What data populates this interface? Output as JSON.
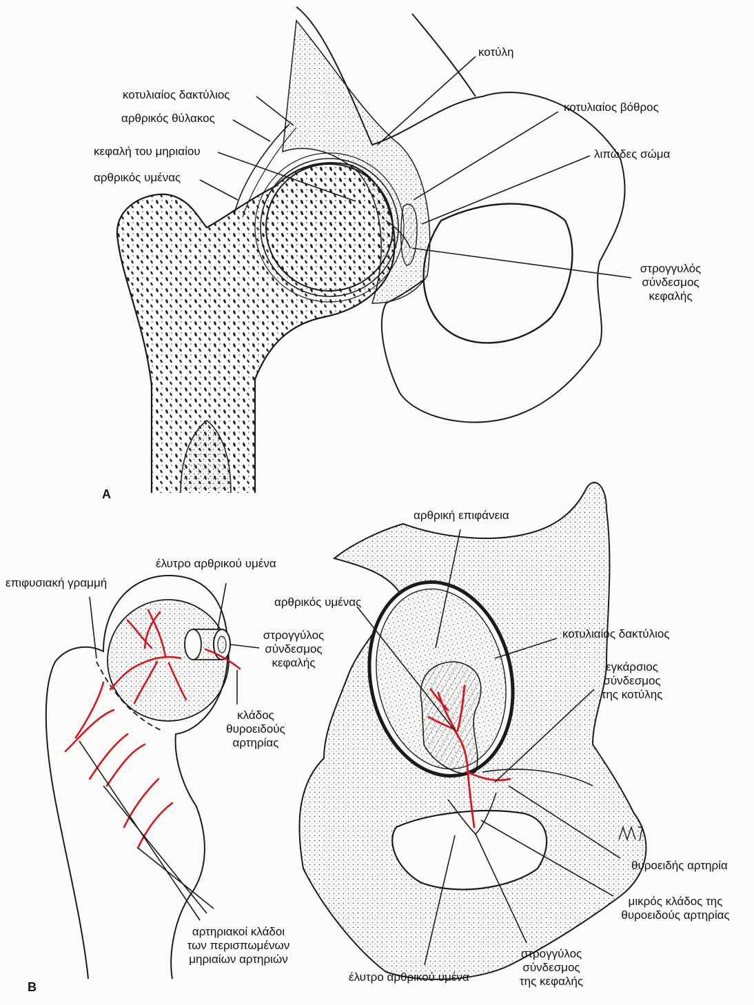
{
  "panel_a": {
    "tag": "A",
    "labels": {
      "kotyli": "κοτύλη",
      "kotyliaios_daktylios": "κοτυλιαίος δακτύλιος",
      "kotyliaios_vothros": "κοτυλιαίος βόθρος",
      "arthrikos_thylakos": "αρθρικός θύλακος",
      "kefali_mirieou": "κεφαλή του μηριαίου",
      "lipodes_soma": "λιπώδες σώμα",
      "arthrikos_ymenas": "αρθρικός υμένας",
      "strongylos_l1": "στρογγυλός",
      "strongylos_l2": "σύνδεσμος",
      "strongylos_l3": "κεφαλής"
    }
  },
  "panel_b": {
    "tag": "B",
    "labels": {
      "arthriki_epifaneia": "αρθρική επιφάνεια",
      "elytro_top": "έλυτρο αρθρικού υμένα",
      "epifysiaki_grammi": "επιφυσιακή γραμμή",
      "arthrikos_ymenas": "αρθρικός υμένας",
      "strongylos_l1": "στρογγύλος",
      "strongylos_l2": "σύνδεσμος",
      "strongylos_l3": "κεφαλής",
      "kotyliaios_daktylios": "κοτυλιαίος δακτύλιος",
      "egkarsios_l1": "εγκάρσιος",
      "egkarsios_l2": "σύνδεσμος",
      "egkarsios_l3": "της κοτύλης",
      "kladou_l1": "κλάδος",
      "kladou_l2": "θυροειδούς",
      "kladou_l3": "αρτηρίας",
      "thyroeidis_artiria": "θυροειδής αρτηρία",
      "mikros_l1": "μικρός κλάδος της",
      "mikros_l2": "θυροειδούς αρτηρίας",
      "arteriakoi_l1": "αρτηριακοί κλάδοι",
      "arteriakoi_l2": "των περισπωμένων",
      "arteriakoi_l3": "μηριαίων αρτηριών",
      "strongylos_bottom_l1": "στρογγύλος",
      "strongylos_bottom_l2": "σύνδεσμος",
      "strongylos_bottom_l3": "της κεφαλής",
      "elytro_bottom": "έλυτρο αρθρικού υμένα",
      "signature": "MJ"
    }
  },
  "colors": {
    "ink": "#1a1a1a",
    "artery": "#d8141e",
    "paper": "#fbfcfa"
  }
}
